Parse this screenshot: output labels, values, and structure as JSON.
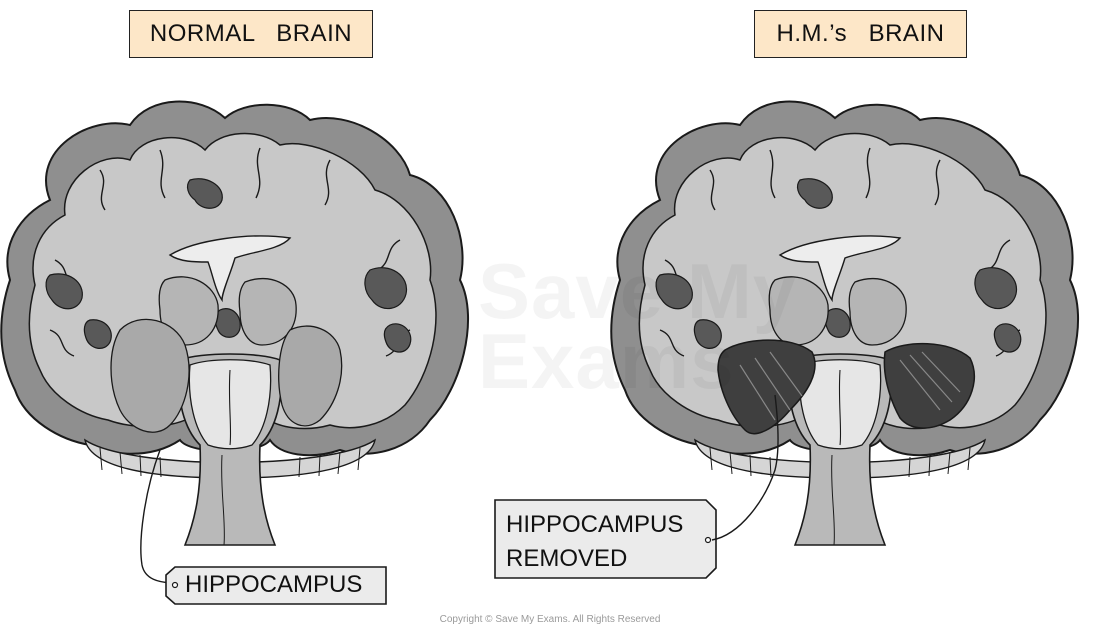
{
  "left_panel": {
    "title": "NORMAL   BRAIN",
    "label": "HIPPOCAMPUS"
  },
  "right_panel": {
    "title": "H.M.’s   BRAIN",
    "label_line1": "HIPPOCAMPUS",
    "label_line2": "REMOVED"
  },
  "watermark": {
    "line1": "Save My",
    "line2": "Exams"
  },
  "copyright": "Copyright © Save My Exams. All Rights Reserved",
  "colors": {
    "title_fill": "#fde7c8",
    "cortex": "#8f8f8f",
    "white_matter": "#c8c8c8",
    "dark_matter": "#595959",
    "brainstem": "#b9b9b9",
    "light_region": "#e6e6e6",
    "removed_region": "#3f3f3f"
  }
}
